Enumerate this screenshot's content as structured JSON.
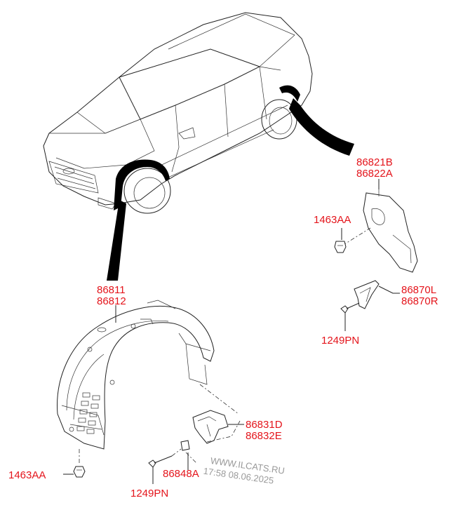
{
  "labels": {
    "p86821b": "86821B",
    "p86822a": "86822A",
    "p1463aa_right": "1463AA",
    "p86870l": "86870L",
    "p86870r": "86870R",
    "p1249pn_right": "1249PN",
    "p86811": "86811",
    "p86812": "86812",
    "p86831d": "86831D",
    "p86832e": "86832E",
    "p86848a": "86848A",
    "p1463aa_left": "1463AA",
    "p1249pn_left": "1249PN"
  },
  "watermark": {
    "site": "WWW.ILCATS.RU",
    "stamp": "17:58 08.06.2025"
  },
  "colors": {
    "label": "#e4141b",
    "line": "#222222",
    "watermark": "#9a9a9a"
  }
}
